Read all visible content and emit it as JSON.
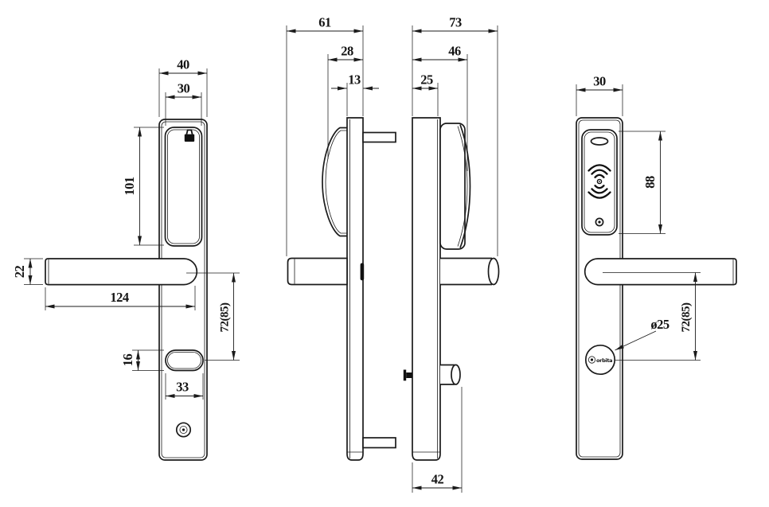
{
  "drawing": {
    "background": "#ffffff",
    "line_color": "#1b1b1b",
    "icons": {
      "padlock": "padlock-icon",
      "rfid": "rfid-waves-icon",
      "led": "led-slot",
      "screw": "screw-icon"
    },
    "views": {
      "front_interior": {
        "dims": {
          "plate_width": "40",
          "panel_width": "30",
          "panel_height": "101",
          "handle_thickness": "22",
          "handle_length": "124",
          "oval_height": "16",
          "oval_width": "33",
          "handle_to_oval": "72(85)"
        }
      },
      "side_interior": {
        "dims": {
          "overall_depth": "61",
          "body_depth": "28",
          "plate_depth": "13"
        }
      },
      "side_exterior": {
        "dims": {
          "overall_depth": "73",
          "body_depth": "46",
          "plate_depth": "25",
          "bottom_width": "42"
        }
      },
      "front_exterior": {
        "dims": {
          "plate_width": "30",
          "reader_height": "88",
          "cylinder_diameter": "ø25",
          "handle_to_cylinder": "72(85)"
        },
        "logo_text": "orbita"
      }
    }
  }
}
